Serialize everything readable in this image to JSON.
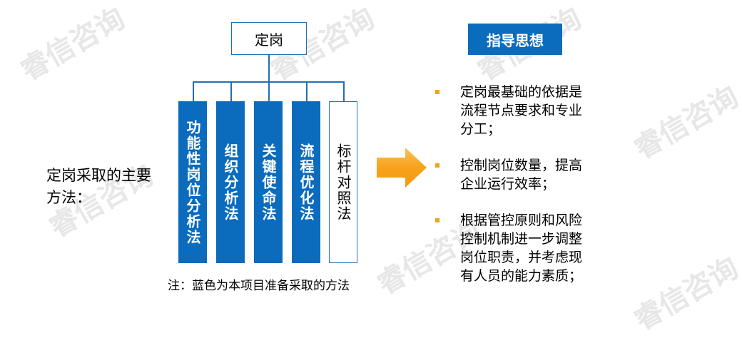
{
  "watermark": {
    "text": "睿信咨询"
  },
  "org_chart": {
    "top_box": "定岗",
    "methods": [
      {
        "label": "功能性岗位分析法",
        "style": "blue"
      },
      {
        "label": "组织分析法",
        "style": "blue"
      },
      {
        "label": "关键使命法",
        "style": "blue"
      },
      {
        "label": "流程优化法",
        "style": "blue"
      },
      {
        "label": "标杆对照法",
        "style": "white"
      }
    ]
  },
  "left_title": "定岗采取的主要方法：",
  "note": "注：蓝色为本项目准备采取的方法",
  "guide": {
    "title": "指导思想",
    "points": [
      "定岗最基础的依据是流程节点要求和专业分工；",
      "控制岗位数量，提高企业运行效率；",
      "根据管控原则和风险控制机制进一步调整岗位职责，并考虑现有人员的能力素质；"
    ]
  },
  "colors": {
    "blue": "#0b6bbd",
    "arrow": "#f7a21b",
    "bullet": "#f5a21b"
  }
}
